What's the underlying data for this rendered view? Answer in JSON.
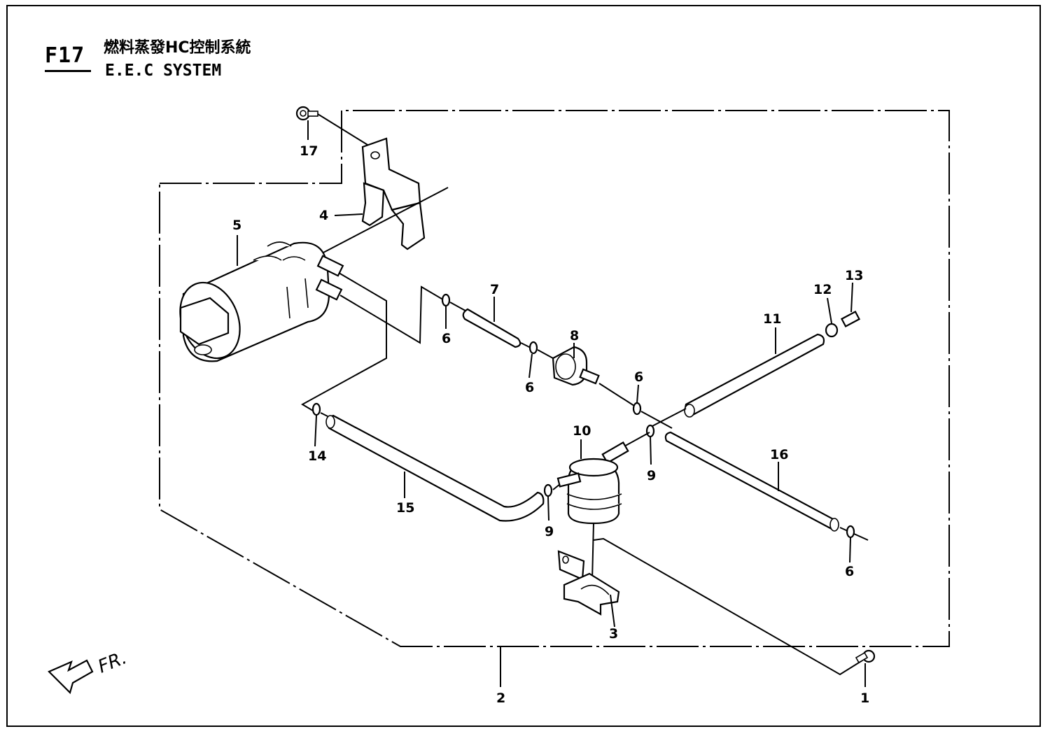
{
  "header": {
    "code": "F17",
    "title_cn": "燃料蒸發HC控制系統",
    "title_en": "E.E.C SYSTEM"
  },
  "direction": {
    "label": "FR."
  },
  "callouts": [
    {
      "id": "c1",
      "text": "1"
    },
    {
      "id": "c2",
      "text": "2"
    },
    {
      "id": "c3",
      "text": "3"
    },
    {
      "id": "c4",
      "text": "4"
    },
    {
      "id": "c5",
      "text": "5"
    },
    {
      "id": "c6a",
      "text": "6"
    },
    {
      "id": "c6b",
      "text": "6"
    },
    {
      "id": "c6c",
      "text": "6"
    },
    {
      "id": "c6d",
      "text": "6"
    },
    {
      "id": "c7",
      "text": "7"
    },
    {
      "id": "c8",
      "text": "8"
    },
    {
      "id": "c9a",
      "text": "9"
    },
    {
      "id": "c9b",
      "text": "9"
    },
    {
      "id": "c10",
      "text": "10"
    },
    {
      "id": "c11",
      "text": "11"
    },
    {
      "id": "c12",
      "text": "12"
    },
    {
      "id": "c13",
      "text": "13"
    },
    {
      "id": "c14",
      "text": "14"
    },
    {
      "id": "c15",
      "text": "15"
    },
    {
      "id": "c16",
      "text": "16"
    },
    {
      "id": "c17",
      "text": "17"
    }
  ]
}
